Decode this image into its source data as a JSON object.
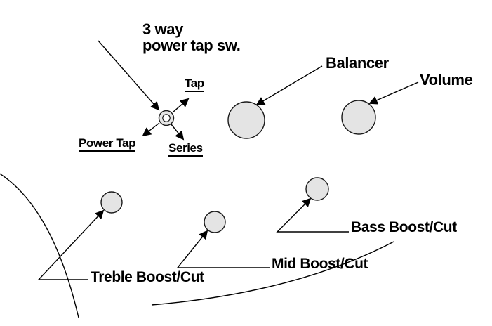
{
  "diagram": {
    "description": "Bass guitar control layout diagram",
    "switch": {
      "label_line1": "3 way",
      "label_line2": "power tap sw.",
      "positions": {
        "tap": "Tap",
        "power_tap": "Power Tap",
        "series": "Series"
      }
    },
    "knobs": {
      "balancer": "Balancer",
      "volume": "Volume",
      "bass": "Bass Boost/Cut",
      "mid": "Mid Boost/Cut",
      "treble": "Treble Boost/Cut"
    },
    "colors": {
      "knob_fill": "#e4e4e4",
      "knob_stroke": "#1a1a1a",
      "line": "#000000",
      "background": "#ffffff"
    }
  }
}
